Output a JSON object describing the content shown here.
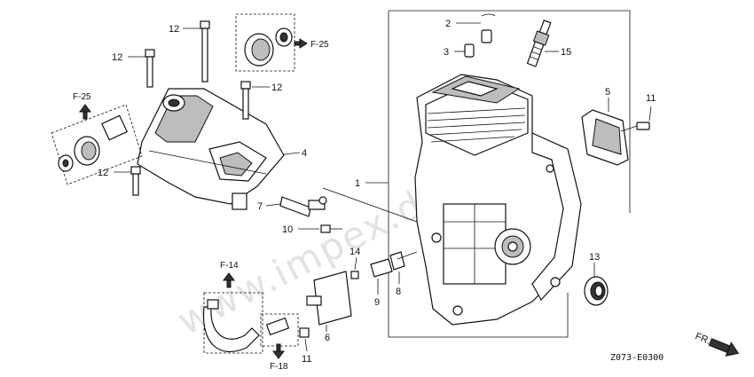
{
  "diagram": {
    "diagram_code": "Z073-E0300",
    "watermark": "www.impex.de",
    "direction_label": "FR.",
    "callouts": {
      "crankcase": "1",
      "seal_ring": "2",
      "dowel_pin": "3",
      "side_cover": "4",
      "breather_cover": "5",
      "breather_plate": "6",
      "breather_tube": "7",
      "breather_valve": "8",
      "breather_gasket": "9",
      "bolt_10": "10",
      "bolt_11_right": "11",
      "bolt_11_bottom": "11",
      "bolt_12_top": "12",
      "bolt_12_left": "12",
      "bolt_12_mid": "12",
      "bolt_12_low": "12",
      "oil_seal": "13",
      "screw_14": "14",
      "spark_plug": "15"
    },
    "references": {
      "bearing_top": "F-25",
      "bearing_left": "F-25",
      "hose_top": "F-14",
      "hose_bottom": "F-18"
    }
  }
}
